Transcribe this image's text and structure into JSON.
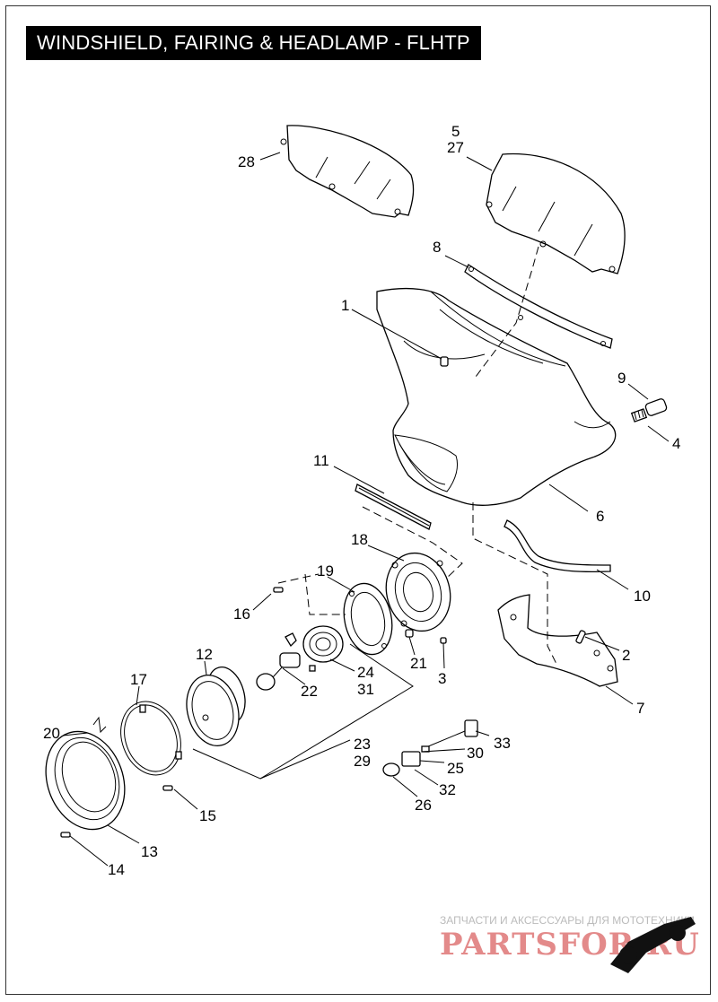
{
  "title": "WINDSHIELD, FAIRING & HEADLAMP - FLHTP",
  "callouts": {
    "c1": "1",
    "c2": "2",
    "c3": "3",
    "c4": "4",
    "c5": "5",
    "c6": "6",
    "c7": "7",
    "c8": "8",
    "c9": "9",
    "c10": "10",
    "c11": "11",
    "c12": "12",
    "c13": "13",
    "c14": "14",
    "c15": "15",
    "c16": "16",
    "c17": "17",
    "c18": "18",
    "c19": "19",
    "c20": "20",
    "c21": "21",
    "c22": "22",
    "c23": "23",
    "c24": "24",
    "c25": "25",
    "c26": "26",
    "c27": "27",
    "c28": "28",
    "c29": "29",
    "c30": "30",
    "c31": "31",
    "c32": "32",
    "c33": "33"
  },
  "watermark": {
    "tagline": "ЗАПЧАСТИ И АКСЕССУАРЫ ДЛЯ МОТОТЕХНИКИ",
    "logo": "PARTSFOR.RU"
  },
  "icons": [
    "motorcycle-logo-icon"
  ]
}
